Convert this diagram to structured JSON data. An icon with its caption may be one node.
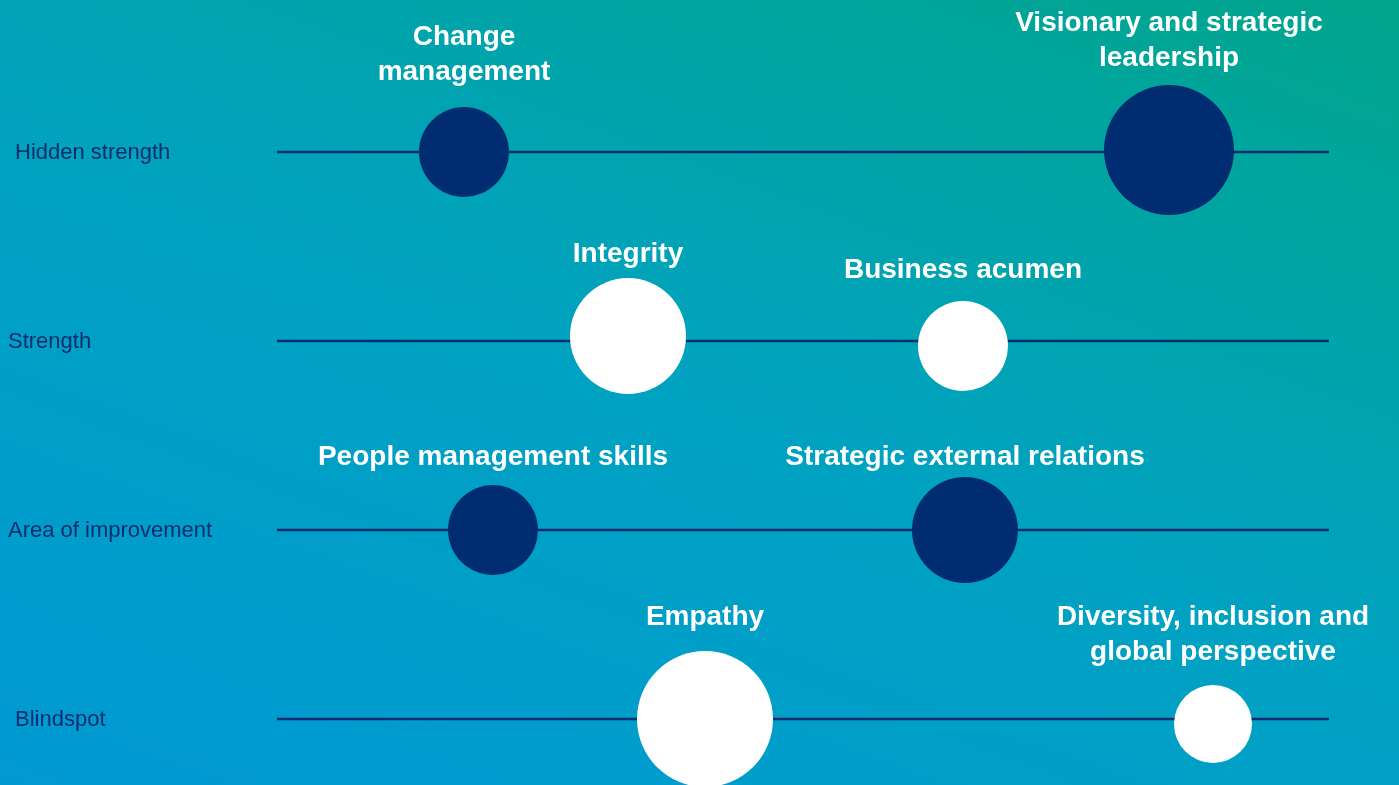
{
  "diagram": {
    "nodes": [
      {
        "text": [
          "Change management"
        ]
      },
      {
        "text": [
          "Visionary and strategic leadership"
        ]
      },
      {
        "text": [
          "Integrity"
        ]
      },
      {
        "text": [
          "Business acumen"
        ]
      },
      {
        "text": [
          "People management skills"
        ]
      },
      {
        "text": [
          "Strategic external relations"
        ]
      },
      {
        "text": [
          "Empathy"
        ]
      },
      {
        "text": [
          "Diversity, inclusion and global perspective"
        ]
      }
    ],
    "labels": [
      "Hidden strength",
      "Strength",
      "Area of improvement",
      "Blindspot"
    ]
  }
}
